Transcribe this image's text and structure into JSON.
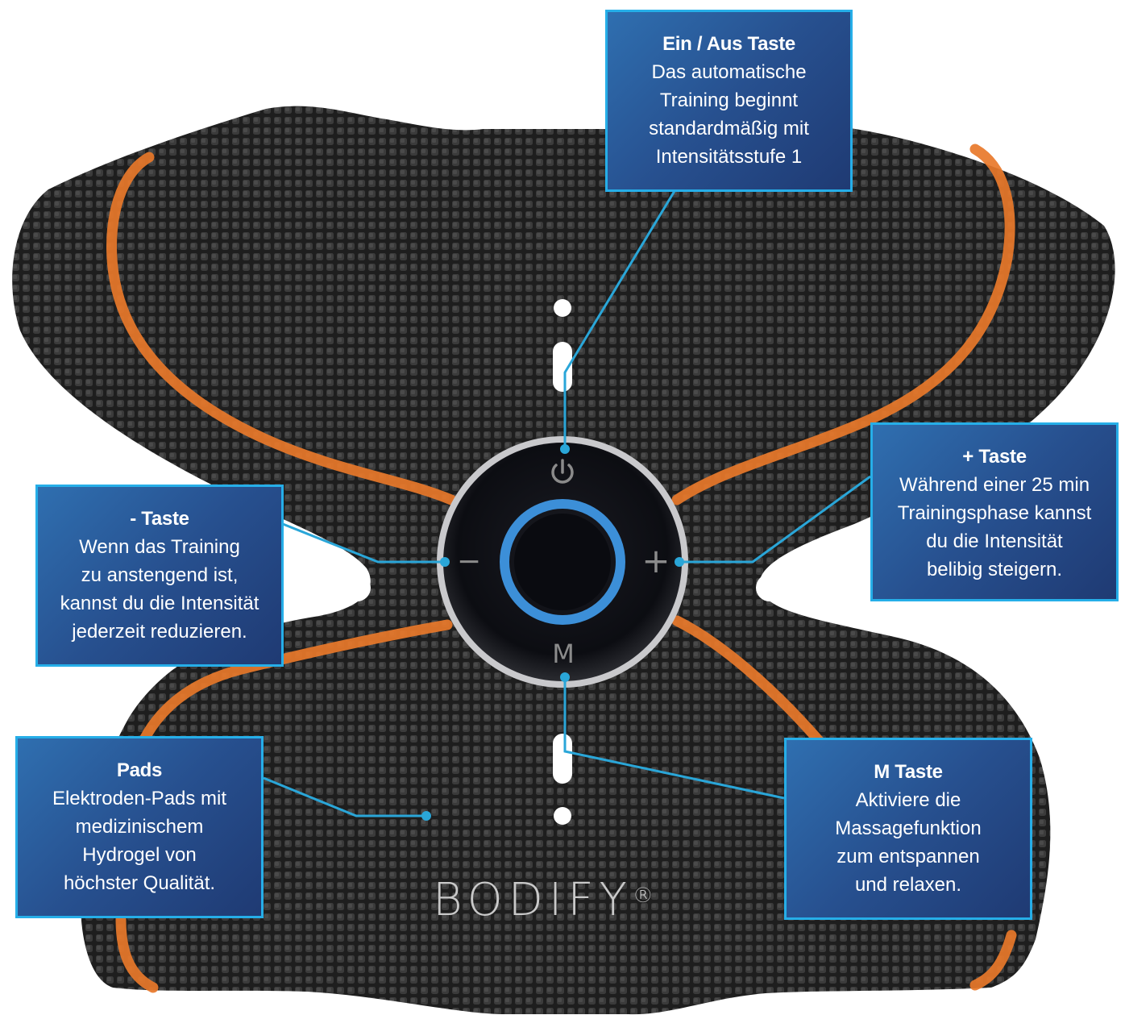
{
  "brand": {
    "name": "BODIFY",
    "mark": "®"
  },
  "colors": {
    "pad": "#2a2a2a",
    "stripe": "#e8782a",
    "callout_fill": "#27508f",
    "callout_border": "#26aee8",
    "ring": "#3c8fd8",
    "line": "#2aa6d8"
  },
  "device": {
    "power_symbol": "power-icon",
    "minus_symbol": "−",
    "plus_symbol": "+",
    "mode_symbol": "M"
  },
  "callouts": {
    "power": {
      "title": "Ein / Aus Taste",
      "lines": [
        "Das automatische",
        "Training beginnt",
        "standardmäßig mit",
        "Intensitätsstufe 1"
      ]
    },
    "plus": {
      "title": "+ Taste",
      "lines": [
        "Während einer 25 min",
        "Trainingsphase kannst",
        "du die Intensität",
        "belibig steigern."
      ]
    },
    "minus": {
      "title": "- Taste",
      "lines": [
        "Wenn das Training",
        "zu anstengend ist,",
        "kannst du die Intensität",
        "jederzeit reduzieren."
      ]
    },
    "pads": {
      "title": "Pads",
      "lines": [
        "Elektroden-Pads mit",
        "medizinischem",
        "Hydrogel von",
        "höchster Qualität."
      ]
    },
    "mode": {
      "title": "M Taste",
      "lines": [
        "Aktiviere die",
        "Massagefunktion",
        "zum entspannen",
        "und relaxen."
      ]
    }
  }
}
